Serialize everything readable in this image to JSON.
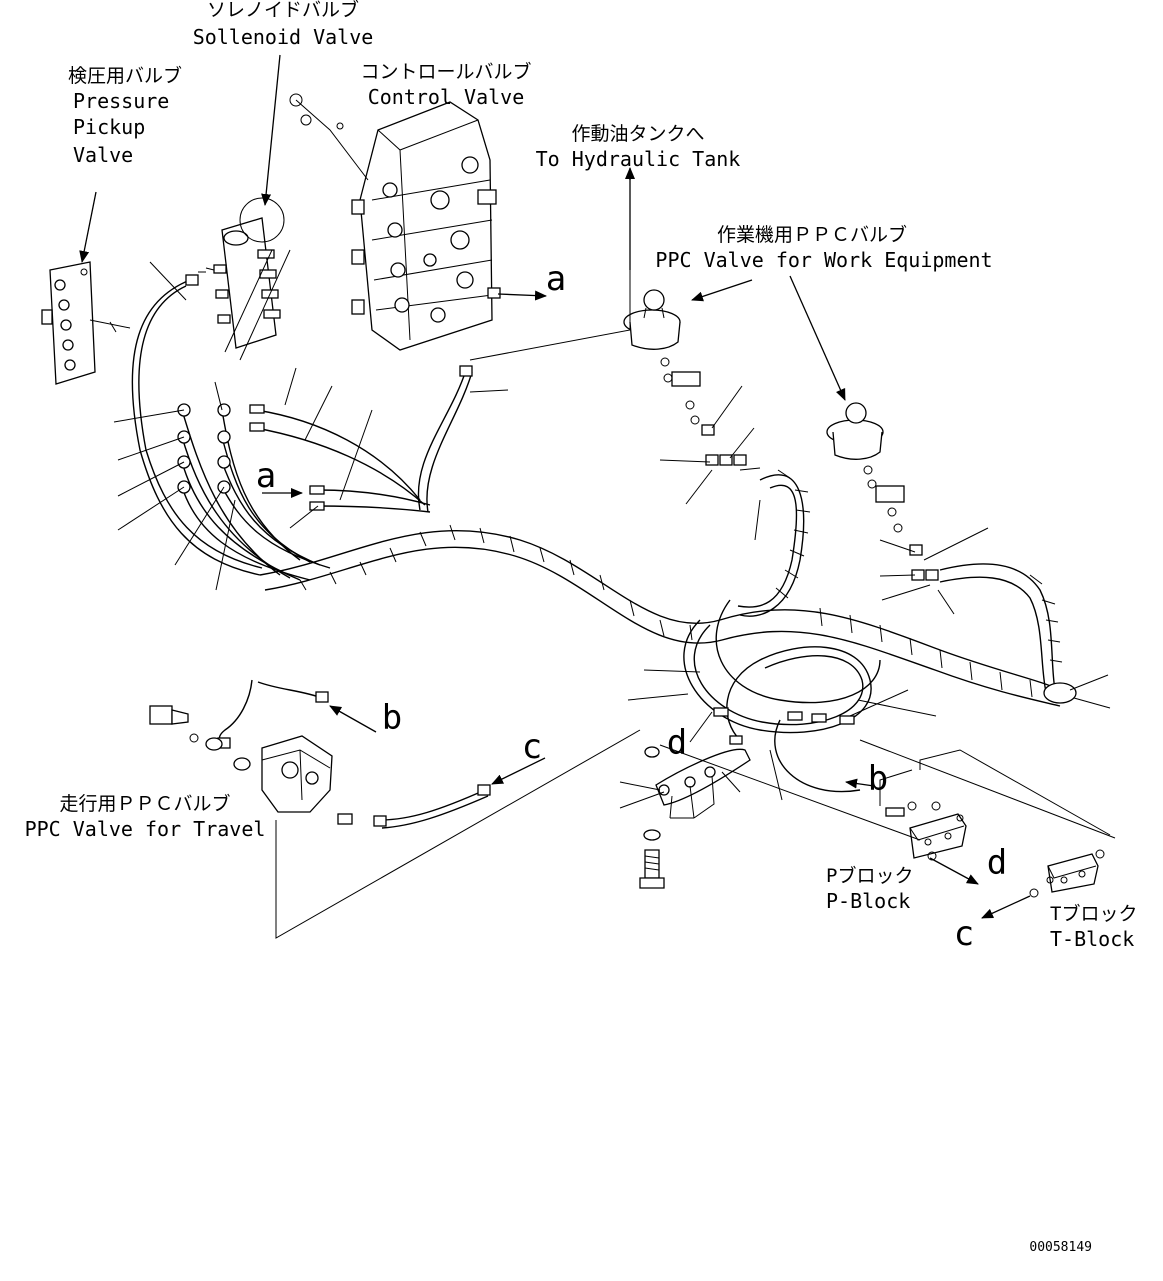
{
  "labels": {
    "solenoid_jp": "ソレノイドバルブ",
    "solenoid_en": "Sollenoid Valve",
    "control_jp": "コントロールバルブ",
    "control_en": "Control Valve",
    "pressure_jp": "検圧用バルブ",
    "pressure_en_1": "Pressure",
    "pressure_en_2": "Pickup",
    "pressure_en_3": "Valve",
    "tank_jp": "作動油タンクへ",
    "tank_en": "To Hydraulic Tank",
    "work_ppc_jp": "作業機用ＰＰＣバルブ",
    "work_ppc_en": "PPC Valve for Work Equipment",
    "travel_ppc_jp": "走行用ＰＰＣバルブ",
    "travel_ppc_en": "PPC Valve for Travel",
    "pblock_jp": "Pブロック",
    "pblock_en": "P-Block",
    "tblock_jp": "Tブロック",
    "tblock_en": "T-Block",
    "ref_a": "a",
    "ref_b": "b",
    "ref_c": "c",
    "ref_d": "d",
    "drawing_number": "00058149"
  }
}
